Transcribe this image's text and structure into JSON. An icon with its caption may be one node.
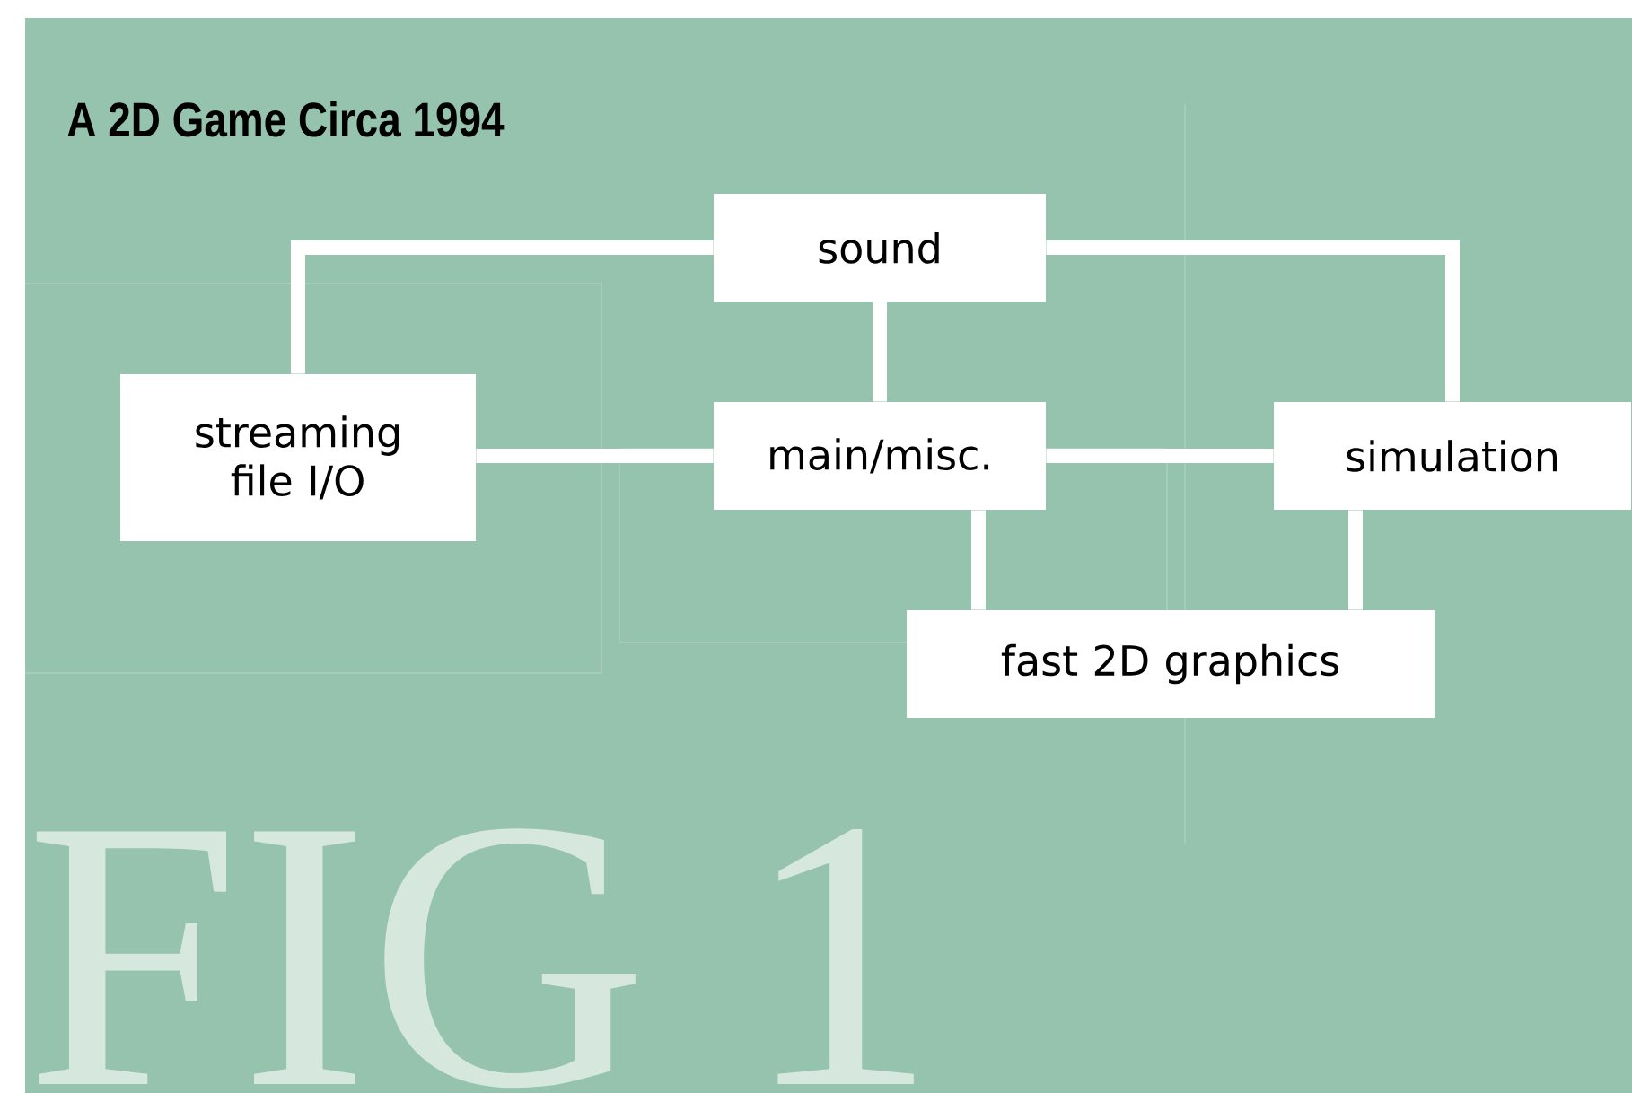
{
  "diagram": {
    "title": "A 2D Game Circa 1994",
    "nodes": [
      {
        "text": [
          "sound"
        ]
      },
      {
        "text": [
          "streaming file I/O"
        ]
      },
      {
        "text": [
          "main/misc."
        ]
      },
      {
        "text": [
          "simulation"
        ]
      },
      {
        "text": [
          "fast 2D graphics"
        ]
      }
    ],
    "edges": [
      {
        "from": 0,
        "to": 1,
        "arrow": "none"
      },
      {
        "from": 0,
        "to": 3,
        "arrow": "none"
      },
      {
        "from": 0,
        "to": 2,
        "arrow": "none"
      },
      {
        "from": 1,
        "to": 2,
        "arrow": "none"
      },
      {
        "from": 2,
        "to": 3,
        "arrow": "none"
      },
      {
        "from": 2,
        "to": 4,
        "arrow": "none"
      },
      {
        "from": 3,
        "to": 4,
        "arrow": "none"
      }
    ],
    "labels": [
      "FIG 1"
    ]
  }
}
